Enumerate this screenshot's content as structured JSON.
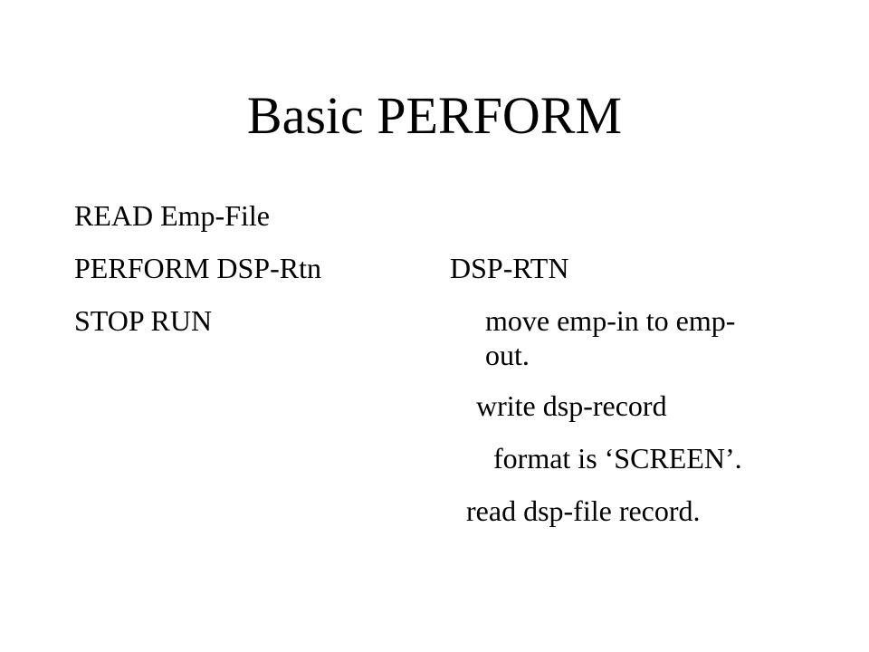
{
  "slide": {
    "title": "Basic PERFORM",
    "left_column": {
      "line1": "READ Emp-File",
      "line2": "PERFORM DSP-Rtn",
      "line3": "STOP RUN"
    },
    "right_column": {
      "header": "DSP-RTN",
      "move_line1": "move emp-in to emp-",
      "move_line2": "out.",
      "write": "write dsp-record",
      "format": "format is ‘SCREEN’.",
      "read": "read dsp-file record."
    }
  }
}
